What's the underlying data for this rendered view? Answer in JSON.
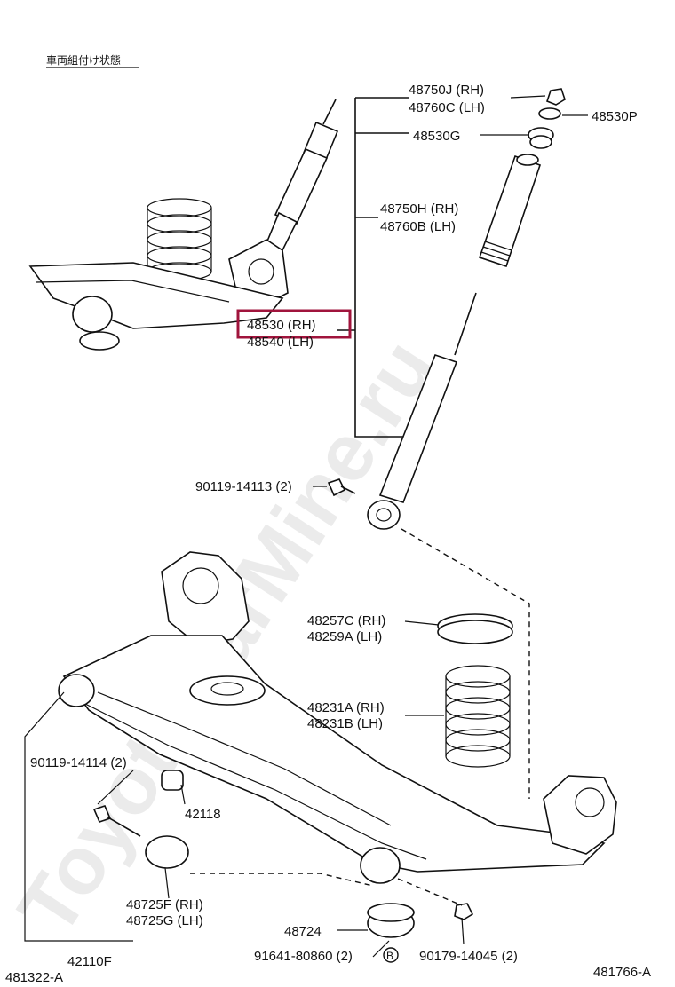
{
  "header": {
    "note": "車両組付け状態"
  },
  "watermark": "ToyotaCarMine.ru",
  "highlight_color": "#a0143c",
  "labels": {
    "p48750j": "48750J (RH)",
    "p48760c": "48760C (LH)",
    "p48530p": "48530P",
    "p48530g": "48530G",
    "p48750h": "48750H (RH)",
    "p48760b": "48760B (LH)",
    "p48530rh": "48530 (RH)",
    "p48540lh": "48540 (LH)",
    "p90119_14113": "90119-14113 (2)",
    "p48257c": "48257C (RH)",
    "p48259a": "48259A (LH)",
    "p48231a": "48231A (RH)",
    "p48231b": "48231B (LH)",
    "p90119_14114": "90119-14114 (2)",
    "p42118": "42118",
    "p48725f": "48725F (RH)",
    "p48725g": "48725G (LH)",
    "p48724": "48724",
    "p91641": "91641-80860 (2)",
    "p90179": "90179-14045 (2)",
    "p42110f": "42110F",
    "b_marker": "B"
  },
  "footer": {
    "left_code": "481322-A",
    "right_code": "481766-A"
  }
}
